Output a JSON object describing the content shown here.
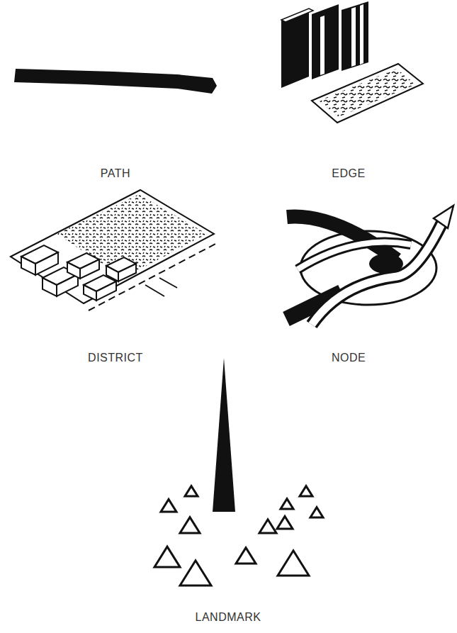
{
  "diagram": {
    "labels": [
      "PATH",
      "EDGE",
      "DISTRICT",
      "NODE",
      "LANDMARK"
    ]
  }
}
